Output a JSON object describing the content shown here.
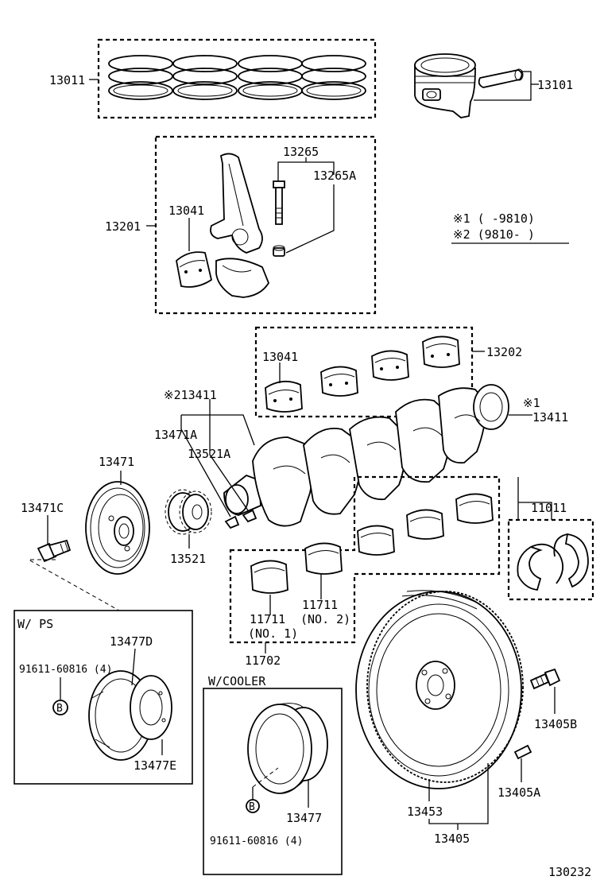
{
  "labels": {
    "p13011": "13011",
    "p13101": "13101",
    "p13265": "13265",
    "p13265A": "13265A",
    "p13041_rod": "13041",
    "p13201": "13201",
    "legend1": "※1 (      -9810)",
    "legend2": "※2 (9810-      )",
    "p13041_main": "13041",
    "p13202": "13202",
    "p13411_n2": "※213411",
    "p13411_n1_mark": "※1",
    "p13411_n1": "13411",
    "p13471A": "13471A",
    "p13521A": "13521A",
    "p13471": "13471",
    "p13471C": "13471C",
    "p13521": "13521",
    "p11011": "11011",
    "p11711_1": "11711",
    "p11711_1_sub": "(NO. 1)",
    "p11711_2": "11711",
    "p11711_2_sub": "(NO. 2)",
    "p11702": "11702",
    "wps": "W/ PS",
    "p13477D": "13477D",
    "p91611_ps": "91611-60816 (4)",
    "b_ps": "B",
    "p13477E": "13477E",
    "wcooler": "W/COOLER",
    "p13477": "13477",
    "b_cool": "B",
    "p91611_cool": "91611-60816 (4)",
    "p13405B": "13405B",
    "p13405A": "13405A",
    "p13453": "13453",
    "p13405": "13405",
    "code": "130232"
  }
}
